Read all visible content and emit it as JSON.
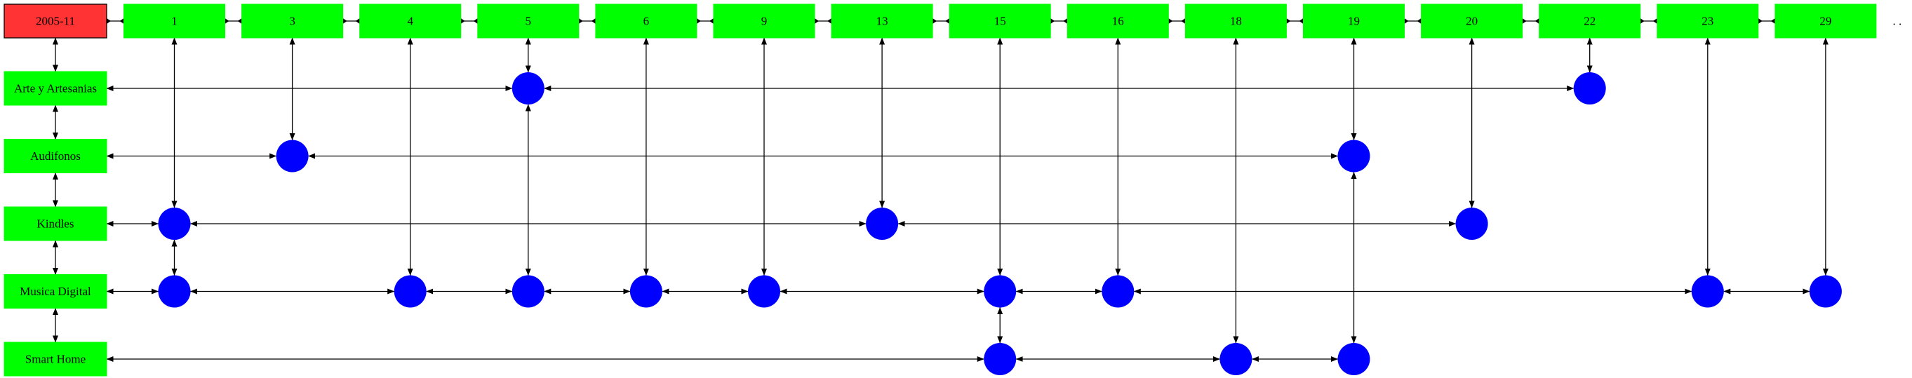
{
  "diagram": {
    "corner_label": "2005-11",
    "trailing_marker": ". .",
    "columns": [
      "1",
      "3",
      "4",
      "5",
      "6",
      "9",
      "13",
      "15",
      "16",
      "18",
      "19",
      "20",
      "22",
      "23",
      "29"
    ],
    "rows": [
      "Arte y Artesanias",
      "Audifonos",
      "Kindles",
      "Musica Digital",
      "Smart Home"
    ],
    "markers": {
      "Arte y Artesanias": [
        "5",
        "22"
      ],
      "Audifonos": [
        "3",
        "19"
      ],
      "Kindles": [
        "1",
        "13",
        "20"
      ],
      "Musica Digital": [
        "1",
        "4",
        "5",
        "6",
        "9",
        "15",
        "16",
        "23",
        "29"
      ],
      "Smart Home": [
        "15",
        "18",
        "19"
      ]
    },
    "colors": {
      "corner": "#ff3333",
      "header_node": "#00ff00",
      "row_node": "#00ff00",
      "marker": "#0000ff",
      "edge": "#000000"
    }
  }
}
